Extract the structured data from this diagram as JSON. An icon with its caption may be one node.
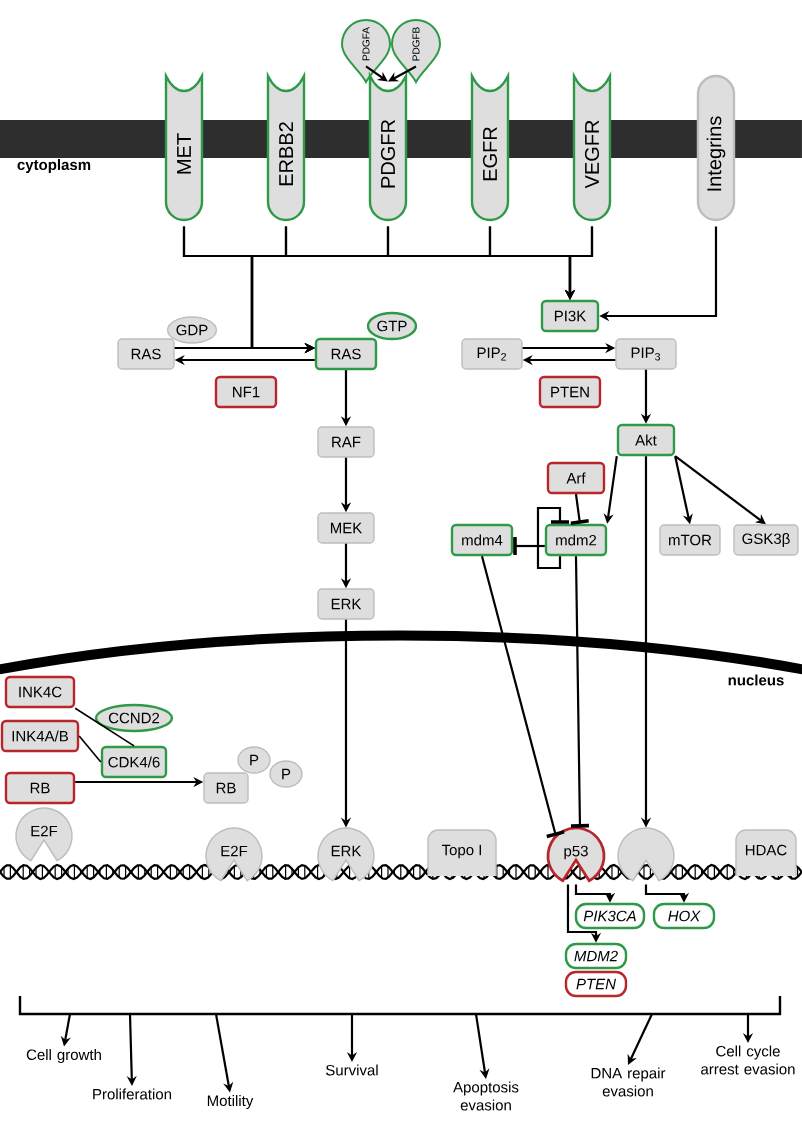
{
  "diagram": {
    "nodes": [
      {
        "text": [
          "PDGFA"
        ]
      },
      {
        "text": [
          "PDGFB"
        ]
      },
      {
        "text": [
          "MET"
        ]
      },
      {
        "text": [
          "ERBB2"
        ]
      },
      {
        "text": [
          "PDGFR"
        ]
      },
      {
        "text": [
          "EGFR"
        ]
      },
      {
        "text": [
          "VEGFR"
        ]
      },
      {
        "text": [
          "Integrins"
        ]
      },
      {
        "text": [
          "PI3K"
        ]
      },
      {
        "text": [
          "GDP"
        ]
      },
      {
        "text": [
          "RAS"
        ]
      },
      {
        "text": [
          "GTP"
        ]
      },
      {
        "text": [
          "RAS"
        ]
      },
      {
        "text": [
          "NF1"
        ]
      },
      {
        "text": [
          "PIP$_{2}$"
        ]
      },
      {
        "text": [
          "PIP$_{3}$"
        ]
      },
      {
        "text": [
          "PTEN"
        ]
      },
      {
        "text": [
          "RAF"
        ]
      },
      {
        "text": [
          "MEK"
        ]
      },
      {
        "text": [
          "ERK"
        ]
      },
      {
        "text": [
          "Akt"
        ]
      },
      {
        "text": [
          "Arf"
        ]
      },
      {
        "text": [
          "mdm4"
        ]
      },
      {
        "text": [
          "mdm2"
        ]
      },
      {
        "text": [
          "mTOR"
        ]
      },
      {
        "text": [
          "GSK3β"
        ]
      },
      {
        "text": [
          "INK4C"
        ]
      },
      {
        "text": [
          "INK4A/B"
        ]
      },
      {
        "text": [
          "CCND2"
        ]
      },
      {
        "text": [
          "CDK4/6"
        ]
      },
      {
        "text": [
          "RB"
        ]
      },
      {
        "text": [
          "RB"
        ]
      },
      {
        "text": [
          "P"
        ]
      },
      {
        "text": [
          "P"
        ]
      },
      {
        "text": [
          "E2F"
        ]
      },
      {
        "text": [
          "E2F"
        ]
      },
      {
        "text": [
          "ERK"
        ]
      },
      {
        "text": [
          "Topo I"
        ]
      },
      {
        "text": [
          "p53"
        ]
      },
      {
        "text": [],
        "shape": "circle"
      },
      {
        "text": [
          "HDAC"
        ]
      },
      {
        "text": [
          "PIK3CA"
        ]
      },
      {
        "text": [
          "HOX"
        ]
      },
      {
        "text": [
          "MDM2"
        ]
      },
      {
        "text": [
          "PTEN"
        ]
      },
      {
        "text": [
          "Cell growth"
        ]
      },
      {
        "text": [
          "Proliferation"
        ]
      },
      {
        "text": [
          "Motility"
        ]
      },
      {
        "text": [
          "Survival"
        ]
      },
      {
        "text": [
          "Apoptosis evasion"
        ]
      },
      {
        "text": [
          "DNA repair evasion"
        ]
      },
      {
        "text": [
          "Cell cycle arrest evasion"
        ]
      }
    ],
    "edges": [
      {
        "from": 0,
        "to": 4,
        "arrow": "to"
      },
      {
        "from": 1,
        "to": 4,
        "arrow": "to"
      },
      {
        "from": 2,
        "to": 12,
        "arrow": "to"
      },
      {
        "from": 3,
        "to": 12,
        "arrow": "to"
      },
      {
        "from": 4,
        "to": 12,
        "arrow": "to"
      },
      {
        "from": 5,
        "to": 12,
        "arrow": "to"
      },
      {
        "from": 6,
        "to": 12,
        "arrow": "to"
      },
      {
        "from": 2,
        "to": 8,
        "arrow": "to"
      },
      {
        "from": 3,
        "to": 8,
        "arrow": "to"
      },
      {
        "from": 4,
        "to": 8,
        "arrow": "to"
      },
      {
        "from": 5,
        "to": 8,
        "arrow": "to"
      },
      {
        "from": 6,
        "to": 8,
        "arrow": "to"
      },
      {
        "from": 7,
        "to": 8,
        "arrow": "to"
      },
      {
        "from": 10,
        "to": 12,
        "arrow": "to"
      },
      {
        "from": 12,
        "to": 10,
        "arrow": "to"
      },
      {
        "from": 14,
        "to": 15,
        "arrow": "to"
      },
      {
        "from": 15,
        "to": 14,
        "arrow": "to"
      },
      {
        "from": 12,
        "to": 17,
        "arrow": "to"
      },
      {
        "from": 17,
        "to": 18,
        "arrow": "to"
      },
      {
        "from": 18,
        "to": 19,
        "arrow": "to"
      },
      {
        "from": 19,
        "to": 36,
        "arrow": "to"
      },
      {
        "from": 15,
        "to": 20,
        "arrow": "to"
      },
      {
        "from": 20,
        "to": 23,
        "arrow": "to"
      },
      {
        "from": 20,
        "to": 24,
        "arrow": "to"
      },
      {
        "from": 20,
        "to": 25,
        "arrow": "to"
      },
      {
        "from": 20,
        "to": 39,
        "arrow": "to"
      },
      {
        "from": 21,
        "to": 23,
        "arrow": "other"
      },
      {
        "from": 23,
        "to": 22,
        "arrow": "other"
      },
      {
        "from": 23,
        "to": 23,
        "arrow": "other"
      },
      {
        "from": 22,
        "to": 38,
        "arrow": "other"
      },
      {
        "from": 23,
        "to": 38,
        "arrow": "other"
      },
      {
        "from": 26,
        "to": 29,
        "arrow": "none"
      },
      {
        "from": 27,
        "to": 29,
        "arrow": "none"
      },
      {
        "from": 30,
        "to": 31,
        "arrow": "to"
      },
      {
        "from": 38,
        "to": 41,
        "arrow": "to"
      },
      {
        "from": 38,
        "to": 43,
        "arrow": "to"
      },
      {
        "from": 39,
        "to": 42,
        "arrow": "to"
      },
      {
        "from": null,
        "to": 45,
        "arrow": "to"
      },
      {
        "from": null,
        "to": 46,
        "arrow": "to"
      },
      {
        "from": null,
        "to": 47,
        "arrow": "to"
      },
      {
        "from": null,
        "to": 48,
        "arrow": "to"
      },
      {
        "from": null,
        "to": 49,
        "arrow": "to"
      },
      {
        "from": null,
        "to": 50,
        "arrow": "to"
      },
      {
        "from": null,
        "to": 51,
        "arrow": "to"
      }
    ],
    "labels": [
      "cytoplasm",
      "nucleus"
    ]
  }
}
